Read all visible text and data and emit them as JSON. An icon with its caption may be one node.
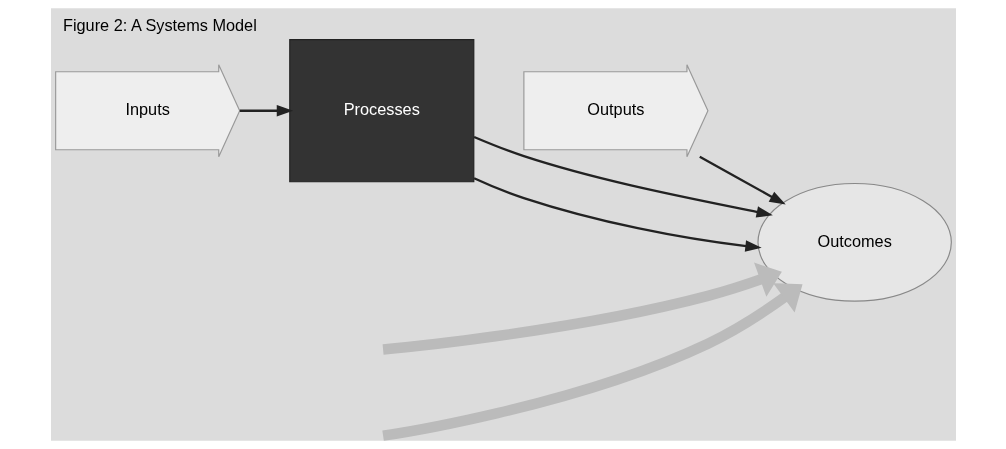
{
  "diagram": {
    "title": "Figure 2: A Systems Model",
    "nodes": [
      {
        "text": [
          "Inputs"
        ]
      },
      {
        "text": [
          "Processes"
        ]
      },
      {
        "text": [
          "Outputs"
        ]
      },
      {
        "text": [
          "Outcomes"
        ]
      }
    ],
    "edges": [
      {
        "from": 0,
        "to": 1,
        "arrow": "to"
      },
      {
        "from": 2,
        "to": 3,
        "arrow": "to"
      },
      {
        "from": 1,
        "to": 3,
        "arrow": "to"
      },
      {
        "from": 1,
        "to": 3,
        "arrow": "to"
      },
      {
        "from": null,
        "to": 3,
        "arrow": "to",
        "style": "thick",
        "color": "#bbbbbb"
      },
      {
        "from": null,
        "to": 3,
        "arrow": "to",
        "style": "thick",
        "color": "#bbbbbb"
      }
    ]
  }
}
